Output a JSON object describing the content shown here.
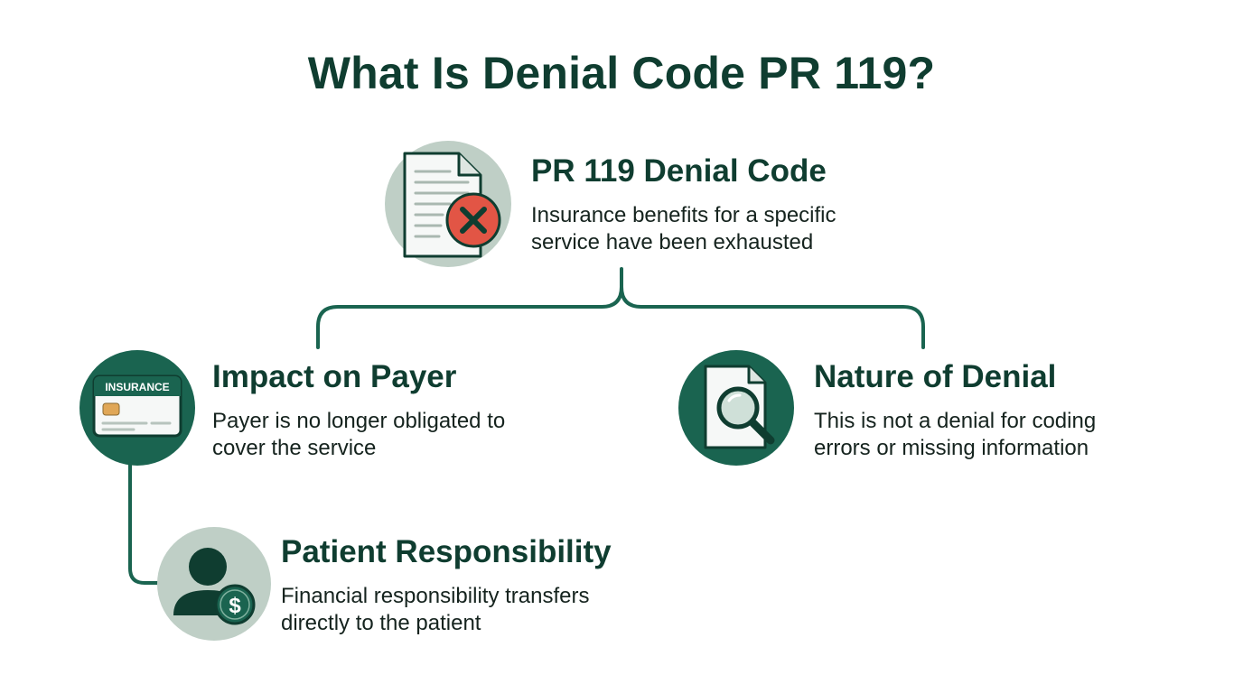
{
  "title": "What Is Denial Code PR 119?",
  "colors": {
    "primary_green": "#1a6450",
    "dark_green": "#0f3d30",
    "light_circle": "#bfcfc6",
    "error_red": "#e25545"
  },
  "nodes": {
    "center": {
      "icon": "document-x-icon",
      "heading": "PR 119 Denial Code",
      "desc_line1": "Insurance benefits for a specific",
      "desc_line2": "service have been exhausted"
    },
    "payer": {
      "icon": "insurance-card-icon",
      "card_label": "INSURANCE",
      "heading": "Impact on Payer",
      "desc_line1": "Payer is no longer obligated to",
      "desc_line2": "cover the service"
    },
    "nature": {
      "icon": "document-magnifier-icon",
      "heading": "Nature of Denial",
      "desc_line1": "This is not a denial for coding",
      "desc_line2": "errors or missing information"
    },
    "patient": {
      "icon": "person-dollar-icon",
      "dollar_symbol": "$",
      "heading": "Patient Responsibility",
      "desc_line1": "Financial responsibility transfers",
      "desc_line2": "directly to the patient"
    }
  }
}
